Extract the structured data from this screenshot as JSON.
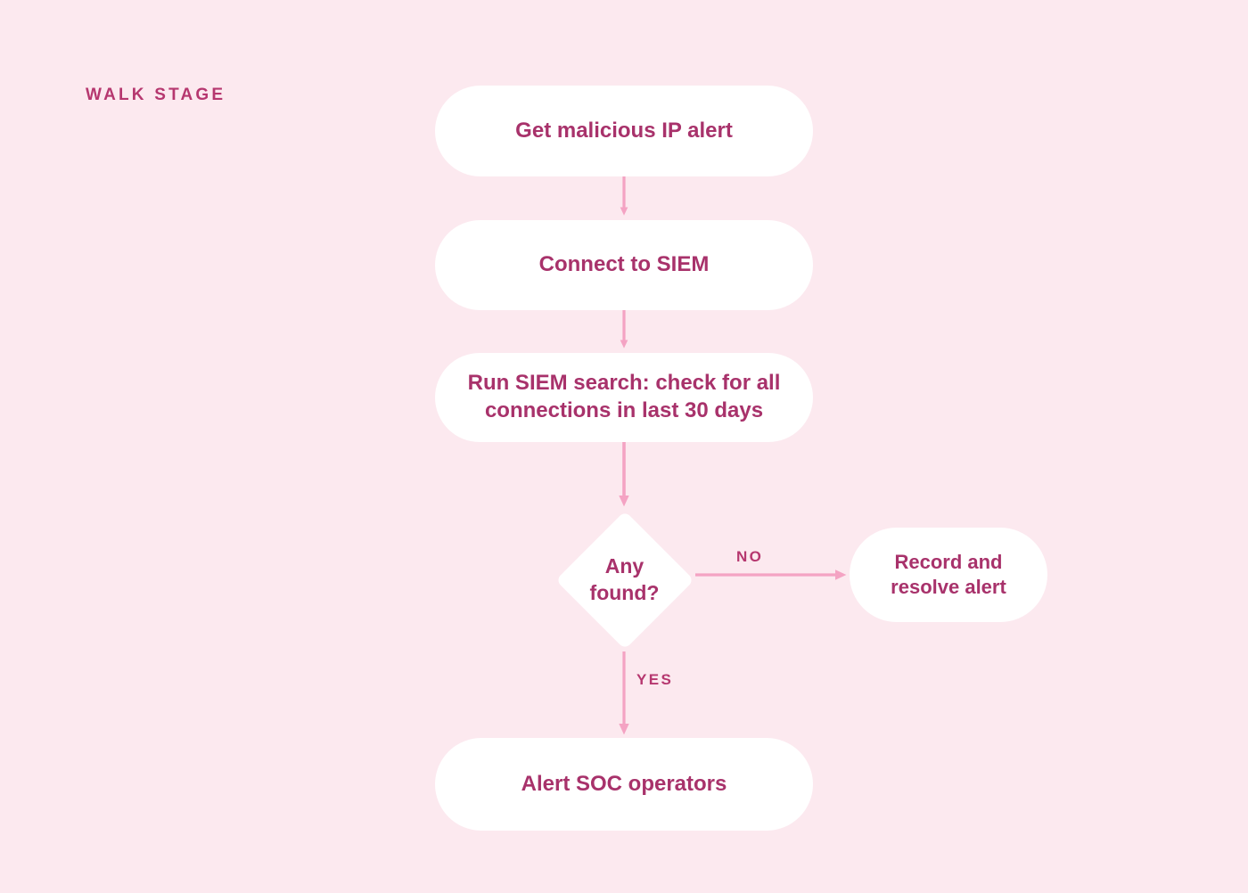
{
  "diagram": {
    "type": "flowchart",
    "stage_label": "Walk stage",
    "background_color": "#fce9ef",
    "node_fill_color": "#ffffff",
    "text_color": "#a8326b",
    "connector_color": "#f4a3c3",
    "label_color": "#b6376f",
    "nodes": [
      {
        "id": "alert",
        "shape": "pill",
        "text": "Get malicious IP alert"
      },
      {
        "id": "connect",
        "shape": "pill",
        "text": "Connect to SIEM"
      },
      {
        "id": "search",
        "shape": "pill",
        "text": "Run SIEM search: check for all\nconnections in last 30 days"
      },
      {
        "id": "decision",
        "shape": "diamond",
        "text": "Any\nfound?"
      },
      {
        "id": "record",
        "shape": "pill",
        "text": "Record and\nresolve alert"
      },
      {
        "id": "soc",
        "shape": "pill",
        "text": "Alert SOC operators"
      }
    ],
    "edges": [
      {
        "from": "alert",
        "to": "connect",
        "label": ""
      },
      {
        "from": "connect",
        "to": "search",
        "label": ""
      },
      {
        "from": "search",
        "to": "decision",
        "label": ""
      },
      {
        "from": "decision",
        "to": "record",
        "label": "NO"
      },
      {
        "from": "decision",
        "to": "soc",
        "label": "YES"
      }
    ],
    "edge_labels": {
      "no": "NO",
      "yes": "YES"
    }
  }
}
